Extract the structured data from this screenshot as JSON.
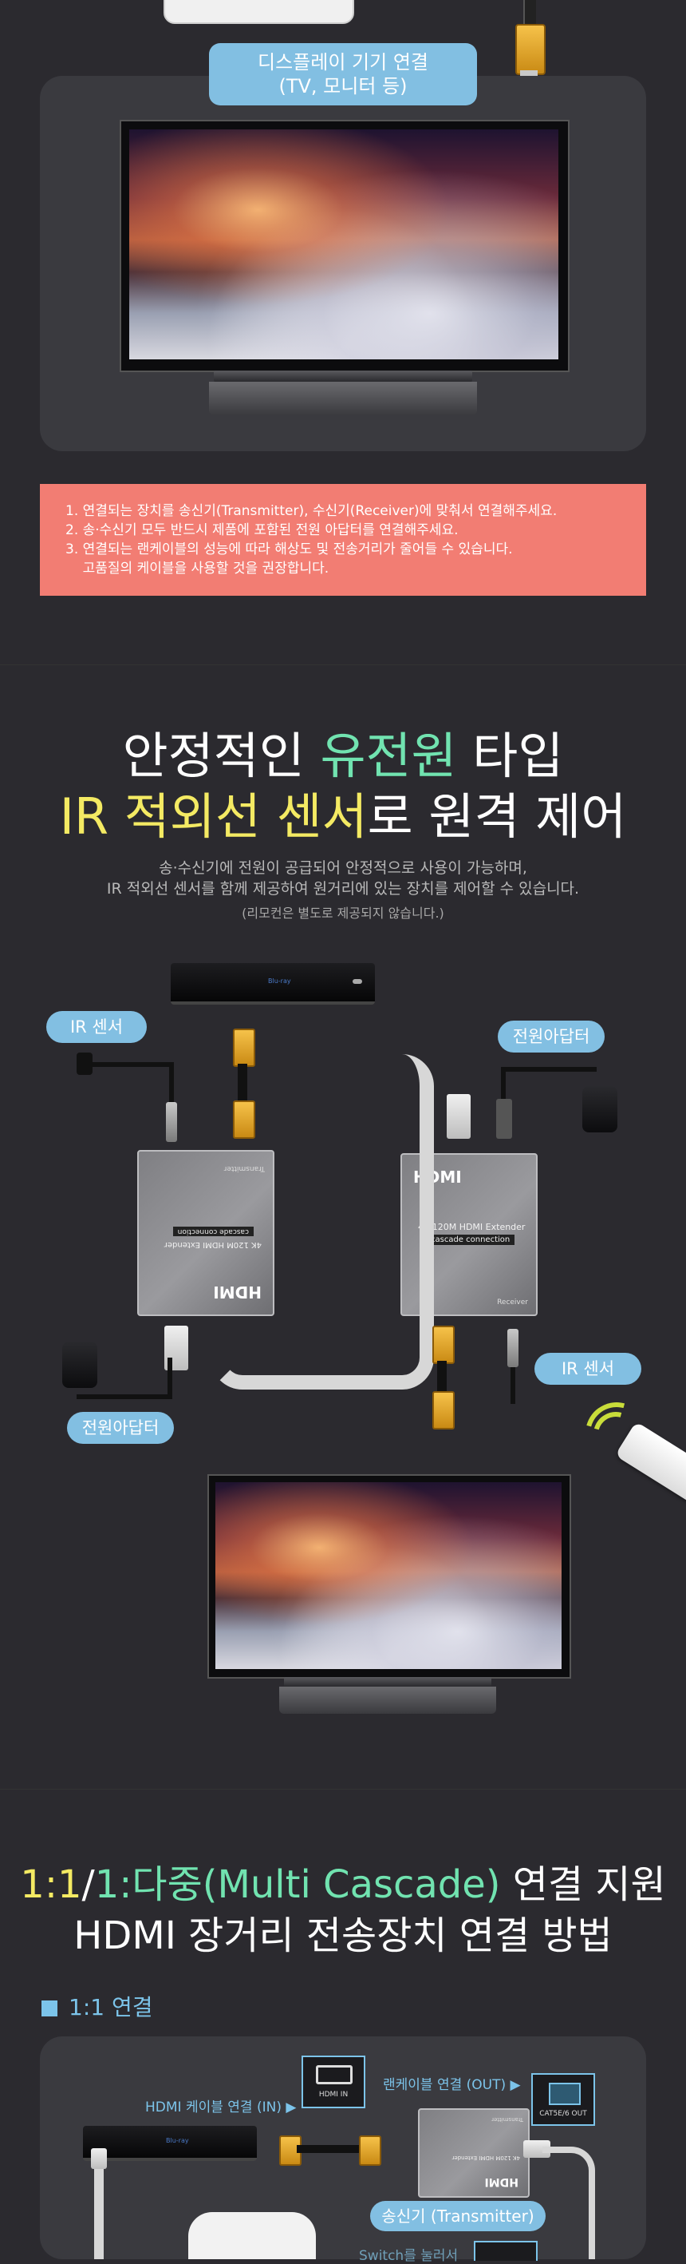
{
  "section1": {
    "display_label_line1": "디스플레이 기기 연결",
    "display_label_line2": "(TV, 모니터 등)",
    "notes": [
      "1. 연결되는 장치를 송신기(Transmitter),  수신기(Receiver)에 맞춰서 연결해주세요.",
      "2. 송·수신기 모두 반드시 제품에 포함된 전원 아답터를 연결해주세요.",
      "3. 연결되는 랜케이블의 성능에 따라 해상도 및 전송거리가 줄어들 수 있습니다.",
      "    고품질의 케이블을 사용할 것을 권장합니다."
    ]
  },
  "section2": {
    "heading_line1_a": "안정적인 ",
    "heading_line1_b": "유전원",
    "heading_line1_c": " 타입",
    "heading_line2_a": "IR 적외선 센서",
    "heading_line2_b": "로 원격 제어",
    "sub_line1": "송·수신기에 전원이 공급되어 안정적으로 사용이 가능하며,",
    "sub_line2": "IR 적외선 센서를 함께 제공하여 원거리에 있는 장치를 제어할 수 있습니다.",
    "sub_note": "(리모컨은 별도로 제공되지 않습니다.)",
    "label_ir_left": "IR 센서",
    "label_power_right": "전원아답터",
    "label_ir_right": "IR 센서",
    "label_power_left": "전원아답터",
    "tx_text_line1": "4K 120M HDMI Extender",
    "tx_text_line2": "cascade connection",
    "tx_brand": "HDMI",
    "tx_side_label": "Transmitter",
    "rx_text_line1": "4K 120M HDMI Extender",
    "rx_text_line2": "cascade connection",
    "rx_brand": "HDMI",
    "rx_side_label": "Receiver"
  },
  "section3": {
    "heading_line1_a": "1:1",
    "heading_line1_b": "/",
    "heading_line1_c": "1:다중(Multi Cascade)",
    "heading_line1_d": " 연결 지원",
    "heading_line2": "HDMI 장거리 전송장치 연결 방법",
    "sub_heading": "1:1 연결",
    "label_hdmi_in": "HDMI 케이블 연결 (IN) ▶",
    "port_hdmi_in": "HDMI IN",
    "label_lan_out": "랜케이블 연결 (OUT) ▶",
    "port_cat": "CAT5E/6 OUT",
    "label_transmitter": "송신기 (Transmitter)",
    "label_switch": "Switch를 눌러서"
  },
  "colors": {
    "background": "#2b2a2f",
    "panel": "#3a3a3f",
    "accent_blue": "#82bfe2",
    "warn": "#f27d73",
    "green": "#71e3b0",
    "yellow": "#f4ea63"
  }
}
